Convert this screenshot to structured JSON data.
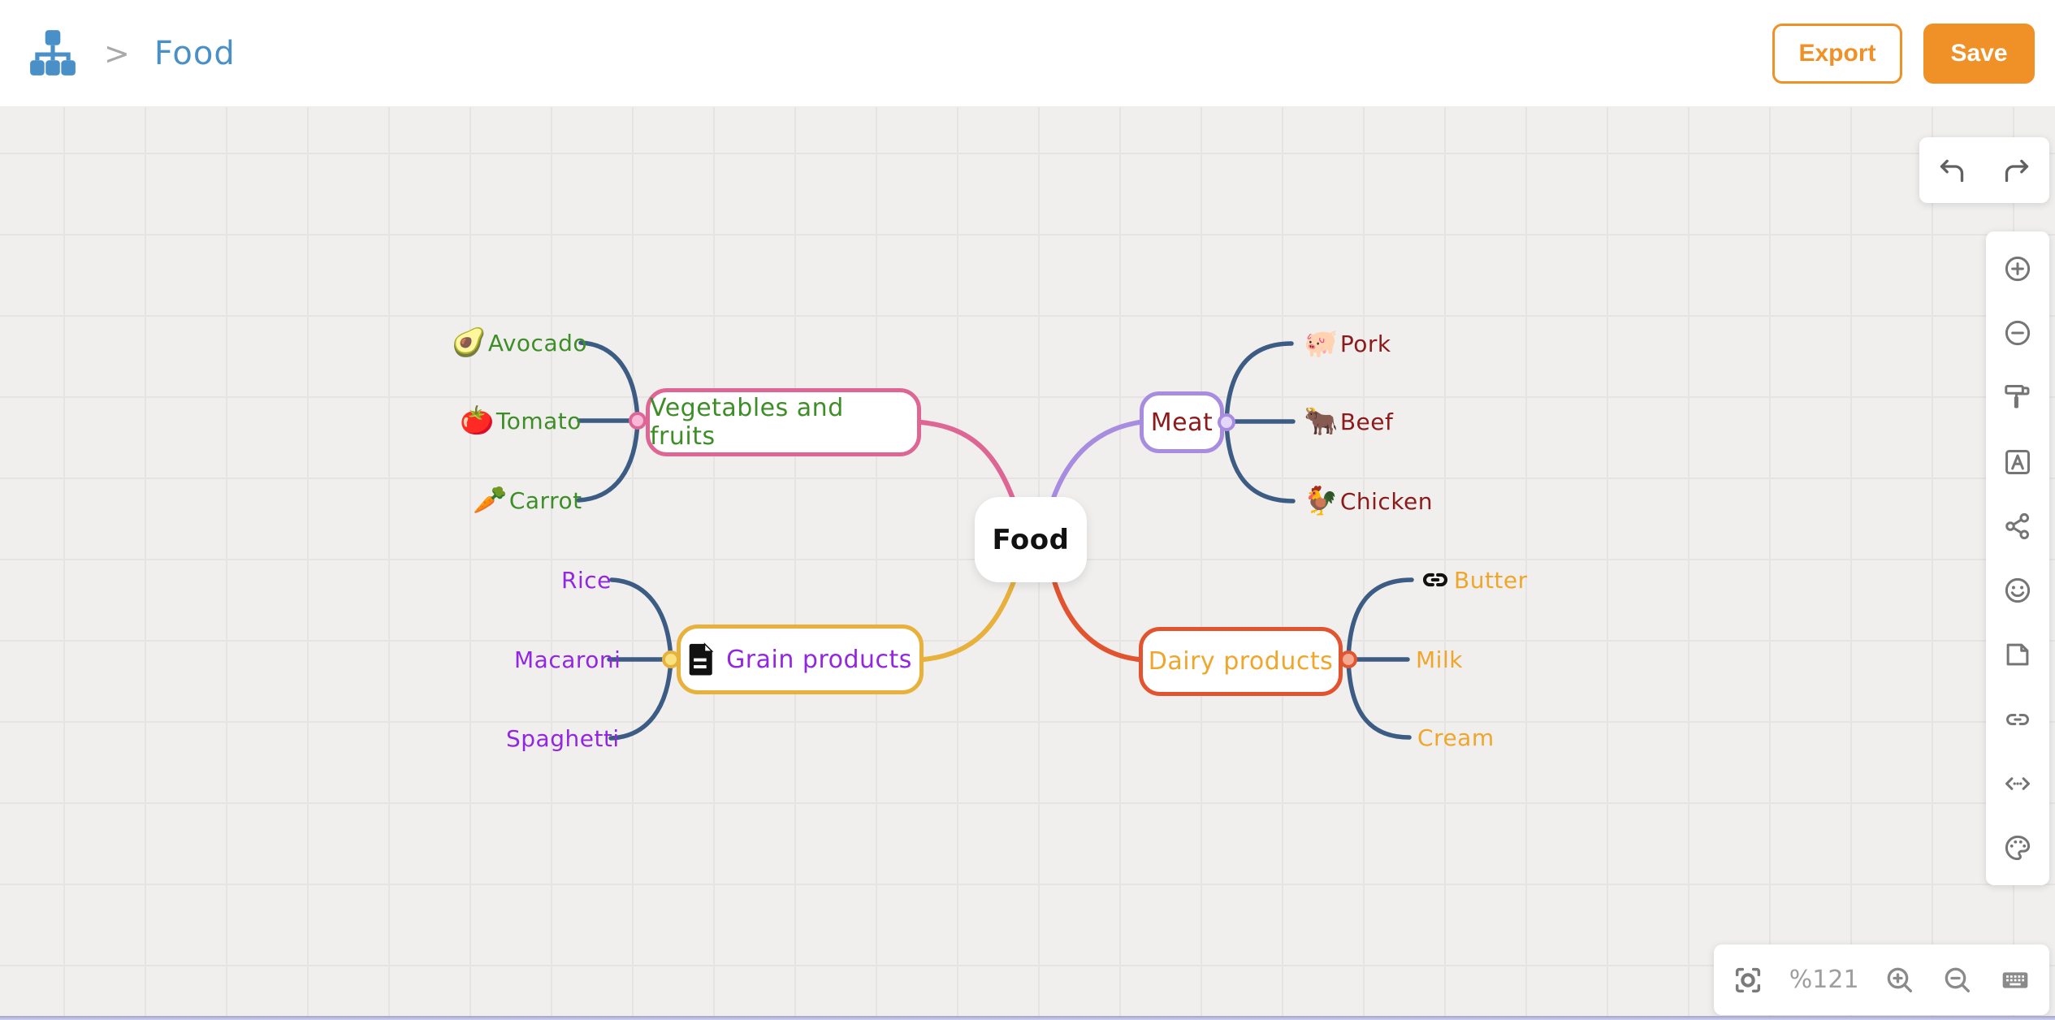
{
  "header": {
    "logo_icon": "mindmap-logo-icon",
    "breadcrumb_separator": ">",
    "title": "Food",
    "buttons": {
      "export": "Export",
      "save": "Save"
    }
  },
  "colors": {
    "accent_orange": "#EF9126",
    "title_blue": "#4A90C8",
    "canvas_bg": "#F0EFEE",
    "child_line": "#3D5C84",
    "toolbar_icon_gray": "#757575"
  },
  "mindmap": {
    "root": {
      "label": "Food"
    },
    "branches": [
      {
        "label": "Vegetables and fruits",
        "side": "left-top",
        "branch_color": "#DD6695",
        "text_color": "#3E8E28",
        "children": [
          {
            "emoji": "🥑",
            "label": "Avocado"
          },
          {
            "emoji": "🍅",
            "label": "Tomato"
          },
          {
            "emoji": "🥕",
            "label": "Carrot"
          }
        ]
      },
      {
        "label": "Meat",
        "side": "right-top",
        "branch_color": "#A78CE0",
        "text_color": "#8C1A1A",
        "children": [
          {
            "emoji": "🐖",
            "label": "Pork"
          },
          {
            "emoji": "🐂",
            "label": "Beef"
          },
          {
            "emoji": "🐓",
            "label": "Chicken"
          }
        ]
      },
      {
        "label": "Grain products",
        "side": "left-bottom",
        "branch_color": "#E7B13C",
        "text_color": "#9327E0",
        "icon": "file-icon",
        "children": [
          {
            "label": "Rice"
          },
          {
            "label": "Macaroni"
          },
          {
            "label": "Spaghetti"
          }
        ]
      },
      {
        "label": "Dairy products",
        "side": "right-bottom",
        "branch_color": "#E2532F",
        "text_color": "#EFA62A",
        "children": [
          {
            "icon": "link-icon",
            "label": "Butter"
          },
          {
            "label": "Milk"
          },
          {
            "label": "Cream"
          }
        ]
      }
    ]
  },
  "history_toolbar": {
    "icons": [
      "undo-icon",
      "redo-icon"
    ]
  },
  "side_toolbar": {
    "icons": [
      "zoom-in-circle-icon",
      "zoom-out-circle-icon",
      "paint-roller-icon",
      "text-style-icon",
      "share-icon",
      "emoji-icon",
      "file-icon",
      "link-icon",
      "code-icon",
      "palette-icon"
    ]
  },
  "bottom_toolbar": {
    "zoom_level": "%121",
    "icons": [
      "center-focus-icon",
      "zoom-in-icon",
      "zoom-out-icon",
      "keyboard-icon"
    ]
  }
}
